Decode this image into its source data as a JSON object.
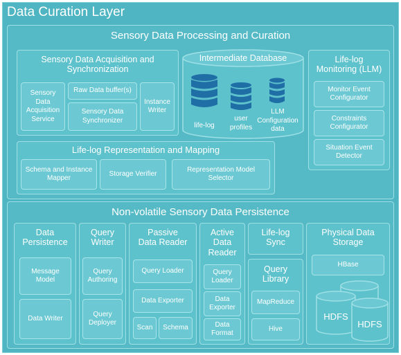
{
  "title": "Data Curation Layer",
  "top": {
    "title": "Sensory Data Processing and Curation",
    "acquisition": {
      "title": "Sensory Data Acquisition and Synchronization",
      "items": [
        "Sensory Data Acquisition Service",
        "Raw Data buffer(s)",
        "Sensory Data Synchronizer",
        "Instance Writer"
      ]
    },
    "database": {
      "title": "Intermediate Database",
      "items": [
        "life-log",
        "user profiles",
        "LLM Configuration data"
      ]
    },
    "monitoring": {
      "title": "Life-log Monitoring (LLM)",
      "items": [
        "Monitor Event Configurator",
        "Constraints Configurator",
        "Situation Event Detector"
      ]
    },
    "representation": {
      "title": "Life-log Representation and Mapping",
      "items": [
        "Schema and Instance Mapper",
        "Storage Verifier",
        "Representation Model Selector"
      ]
    }
  },
  "bottom": {
    "title": "Non-volatile Sensory Data Persistence",
    "data_persistence": {
      "title": "Data Persistence",
      "items": [
        "Message Model",
        "Data Writer"
      ]
    },
    "query_writer": {
      "title": "Query Writer",
      "items": [
        "Query Authoring",
        "Query Deployer"
      ]
    },
    "passive_reader": {
      "title": "Passive Data Reader",
      "items": [
        "Query Loader",
        "Data Exporter",
        "Scan",
        "Schema"
      ]
    },
    "active_reader": {
      "title": "Active Data Reader",
      "items": [
        "Query Loader",
        "Data Exporter",
        "Data Format"
      ]
    },
    "lifelog_sync": {
      "title": "Life-log Sync"
    },
    "query_library": {
      "title": "Query Library",
      "items": [
        "MapReduce",
        "Hive"
      ]
    },
    "physical_storage": {
      "title": "Physical Data Storage",
      "items": [
        "HBase",
        "HDFS",
        "HDFS"
      ]
    }
  },
  "colors": {
    "fill": "#4fb5c2",
    "border": "#9fe0e6",
    "text": "#ffffff"
  }
}
